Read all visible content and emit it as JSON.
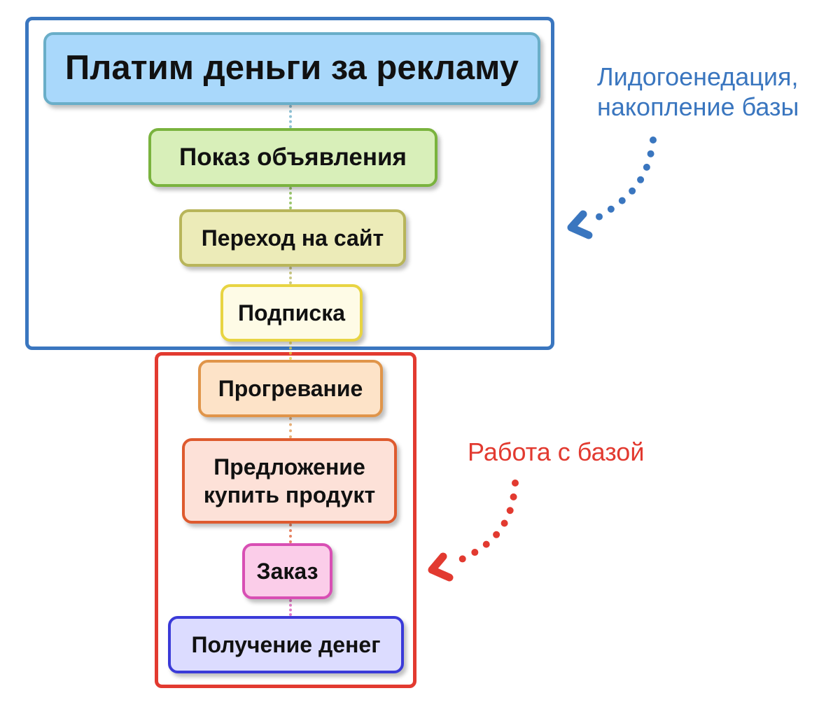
{
  "steps": [
    {
      "label": "Платим деньги за рекламу",
      "fill": "#a9d8fb",
      "stroke": "#6aaec8"
    },
    {
      "label": "Показ объявления",
      "fill": "#d8efb9",
      "stroke": "#7ab33e"
    },
    {
      "label": "Переход на сайт",
      "fill": "#ecebb8",
      "stroke": "#b8b55a"
    },
    {
      "label": "Подписка",
      "fill": "#fefbe6",
      "stroke": "#e8d442"
    },
    {
      "label": "Прогревание",
      "fill": "#fde3c8",
      "stroke": "#e0954a"
    },
    {
      "label": "Предложение\nкупить продукт",
      "fill": "#fde1d8",
      "stroke": "#de5a2e"
    },
    {
      "label": "Заказ",
      "fill": "#fbcde9",
      "stroke": "#d84fb4"
    },
    {
      "label": "Получение денег",
      "fill": "#dcdcff",
      "stroke": "#3a3ad8"
    }
  ],
  "annotations": {
    "lead_gen": {
      "line1": "Лидогоенедация,",
      "line2": "накопление базы",
      "color": "#3a76bf"
    },
    "base_work": {
      "label": "Работа с базой",
      "color": "#e23a30"
    }
  }
}
